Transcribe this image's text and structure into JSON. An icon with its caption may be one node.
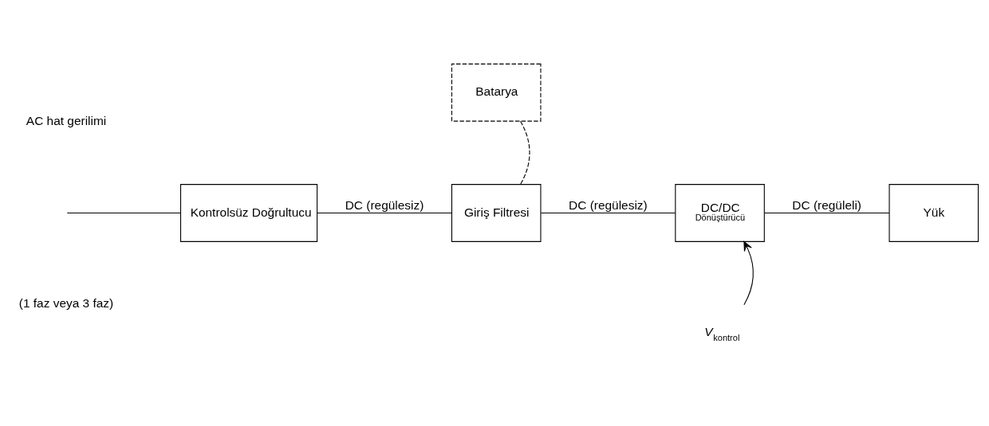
{
  "diagram": {
    "nodes": [
      {
        "text": [
          "Batarya"
        ]
      },
      {
        "text": [
          "Kontrolsüz Doğrultucu"
        ]
      },
      {
        "text": [
          "Giriş Filtresi"
        ]
      },
      {
        "text": [
          "DC/DC",
          "Dönüştürücü"
        ]
      },
      {
        "text": [
          "Yük"
        ]
      },
      {
        "text": [
          "*V*$_{kontrol}$"
        ]
      }
    ],
    "edges": [
      {
        "from": null,
        "to": 1,
        "arrow": "none"
      },
      {
        "from": 1,
        "to": 2,
        "arrow": "none",
        "label": "DC (regülesiz)"
      },
      {
        "from": 0,
        "to": 2,
        "arrow": "none",
        "style": "dashed"
      },
      {
        "from": 2,
        "to": 3,
        "arrow": "none",
        "label": "DC (regülesiz)"
      },
      {
        "from": 3,
        "to": 4,
        "arrow": "none",
        "label": "DC (regüleli)"
      },
      {
        "from": 5,
        "to": 3,
        "arrow": "to"
      }
    ],
    "labels": [
      "AC hat gerilimi",
      "(1 faz veya 3 faz)"
    ]
  }
}
